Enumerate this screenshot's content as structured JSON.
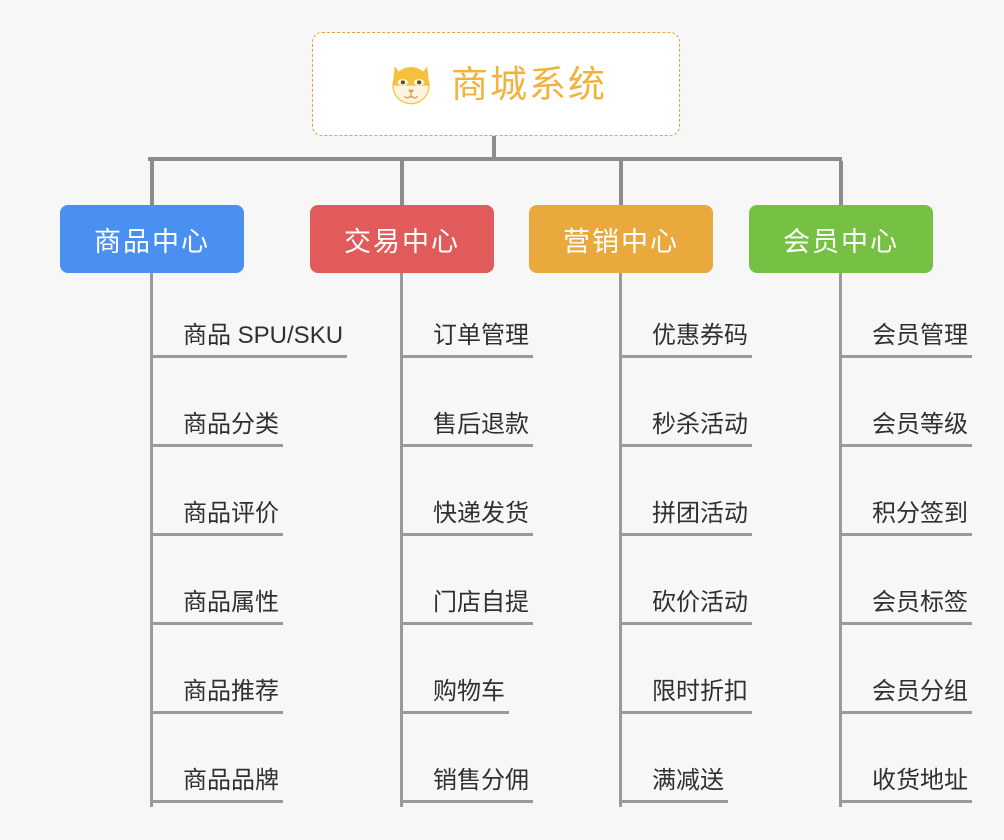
{
  "root": {
    "title": "商城系统",
    "logo_icon": "shiba-dog-face-icon",
    "title_color": "#f2b23c",
    "border_color": "#e6a23c"
  },
  "branches": [
    {
      "label": "商品中心",
      "color": "#4a90f0",
      "items": [
        "商品 SPU/SKU",
        "商品分类",
        "商品评价",
        "商品属性",
        "商品推荐",
        "商品品牌"
      ]
    },
    {
      "label": "交易中心",
      "color": "#e15b5b",
      "items": [
        "订单管理",
        "售后退款",
        "快递发货",
        "门店自提",
        "购物车",
        "销售分佣"
      ]
    },
    {
      "label": "营销中心",
      "color": "#eaa93c",
      "items": [
        "优惠券码",
        "秒杀活动",
        "拼团活动",
        "砍价活动",
        "限时折扣",
        "满减送"
      ]
    },
    {
      "label": "会员中心",
      "color": "#76c044",
      "items": [
        "会员管理",
        "会员等级",
        "积分签到",
        "会员标签",
        "会员分组",
        "收货地址"
      ]
    }
  ],
  "connector_color": "#8c8c8c",
  "leaf_line_color": "#9a9a9a",
  "background_color": "#f7f7f7"
}
